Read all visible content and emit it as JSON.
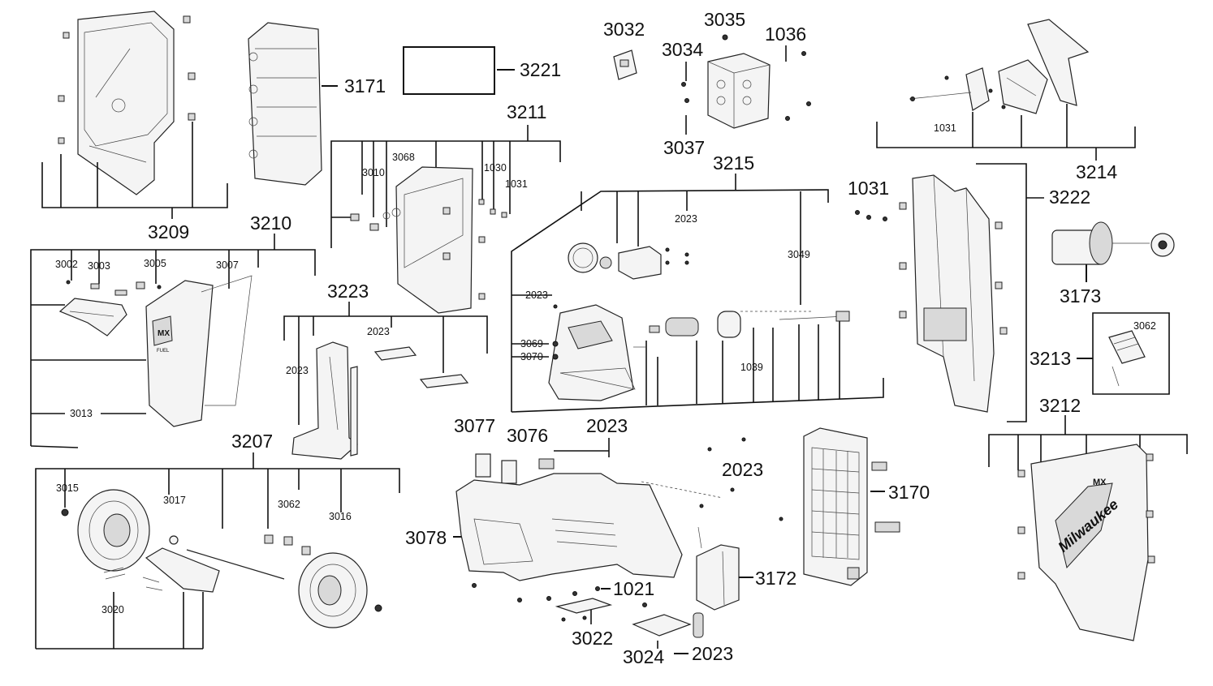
{
  "labels": {
    "l3209": "3209",
    "l3171": "3171",
    "l3221": "3221",
    "l3211": "3211",
    "l3068": "3068",
    "l3010": "3010",
    "l1030": "1030",
    "l1031a": "1031",
    "l3032": "3032",
    "l3035": "3035",
    "l1036": "1036",
    "l3034": "3034",
    "l3037": "3037",
    "l3215": "3215",
    "l1031b": "1031",
    "l3214": "3214",
    "l1031c": "1031",
    "l3222": "3222",
    "l3173": "3173",
    "l3210": "3210",
    "l3002": "3002",
    "l3003": "3003",
    "l3005": "3005",
    "l3007": "3007",
    "l3013": "3013",
    "l3223": "3223",
    "l2023a": "2023",
    "l2023b": "2023",
    "l2023c": "2023",
    "l2023d": "2023",
    "l3049": "3049",
    "l3069": "3069",
    "l3070": "3070",
    "l1039": "1039",
    "l3062a": "3062",
    "l3213": "3213",
    "l3212": "3212",
    "l3207": "3207",
    "l3015": "3015",
    "l3017": "3017",
    "l3062b": "3062",
    "l3016": "3016",
    "l3020": "3020",
    "l3077": "3077",
    "l3076": "3076",
    "l2023e": "2023",
    "l2023f": "2023",
    "l3078": "3078",
    "l3170": "3170",
    "l1021": "1021",
    "l3172": "3172",
    "l3022": "3022",
    "l3024": "3024",
    "l2023g": "2023"
  },
  "brand": {
    "logo_text": "MX",
    "logo_sub": "FUEL",
    "wordmark": "Milwaukee"
  }
}
